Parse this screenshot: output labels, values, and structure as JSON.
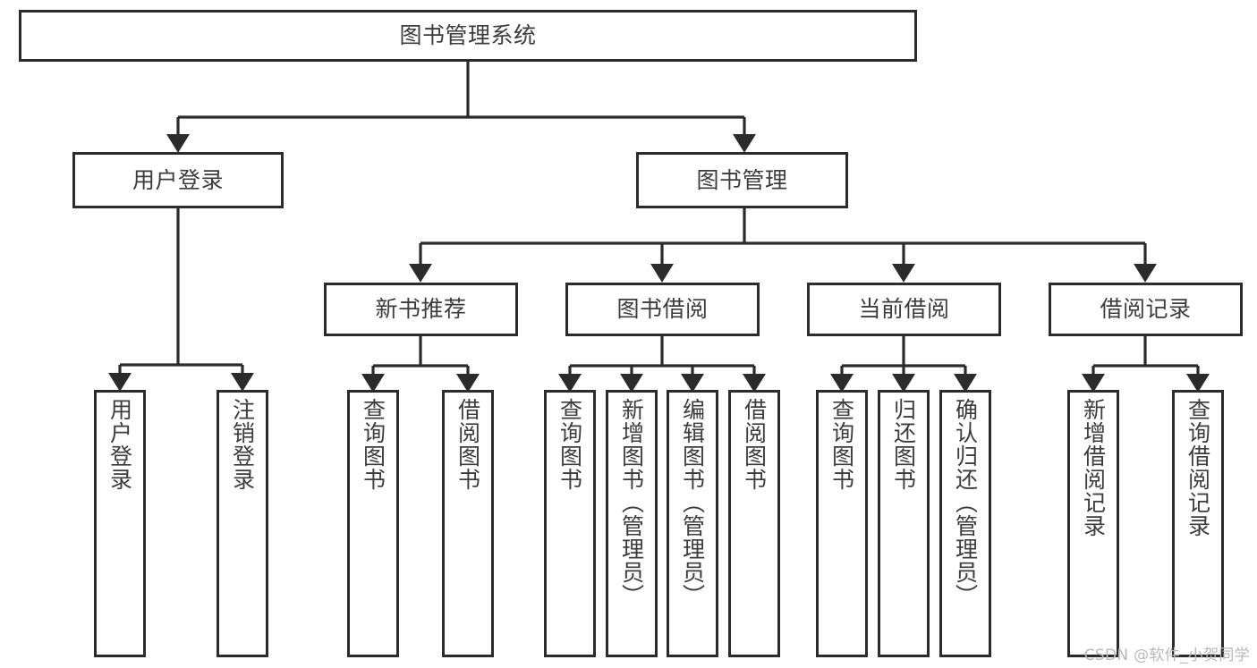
{
  "diagram": {
    "title": "图书管理系统",
    "type": "tree-hierarchy",
    "colors": {
      "box_border": "#2b2b2b",
      "box_fill": "#ffffff",
      "edge": "#2b2b2b",
      "text": "#3c3c3c",
      "watermark": "#b9b9b9",
      "background": "#ffffff"
    },
    "root": {
      "label": "图书管理系统"
    },
    "level2": [
      {
        "label": "用户登录"
      },
      {
        "label": "图书管理"
      }
    ],
    "level3": [
      {
        "label": "新书推荐"
      },
      {
        "label": "图书借阅"
      },
      {
        "label": "当前借阅"
      },
      {
        "label": "借阅记录"
      }
    ],
    "leaves": {
      "user_login": [
        {
          "label": "用户登录"
        },
        {
          "label": "注销登录"
        }
      ],
      "new_book_recommend": [
        {
          "label": "查询图书"
        },
        {
          "label": "借阅图书"
        }
      ],
      "book_borrow": [
        {
          "label": "查询图书"
        },
        {
          "label": "新增图书（管理员）"
        },
        {
          "label": "编辑图书（管理员）"
        },
        {
          "label": "借阅图书"
        }
      ],
      "current_borrow": [
        {
          "label": "查询图书"
        },
        {
          "label": "归还图书"
        },
        {
          "label": "确认归还（管理员）"
        }
      ],
      "borrow_record": [
        {
          "label": "新增借阅记录"
        },
        {
          "label": "查询借阅记录"
        }
      ]
    },
    "watermark": "CSDN @软件_小贺同学"
  }
}
